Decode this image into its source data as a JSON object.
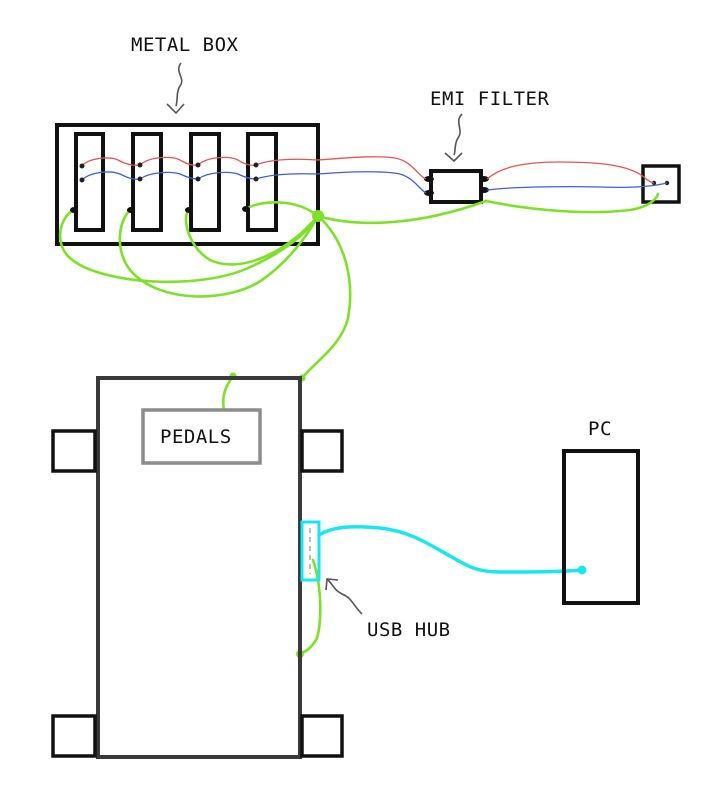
{
  "labels": {
    "metal_box": "METAL BOX",
    "emi_filter": "EMI FILTER",
    "pedals": "PEDALS",
    "pc": "PC",
    "usb_hub": "USB HUB"
  },
  "colors": {
    "outline": "#111111",
    "frame": "#3a3a3a",
    "pedals_box": "#8c8c8c",
    "live_wire": "#e05555",
    "neutral_wire": "#3f5fd6",
    "ground_wire": "#7ee02a",
    "usb_cable": "#19e6f0",
    "arrow": "#555555"
  }
}
